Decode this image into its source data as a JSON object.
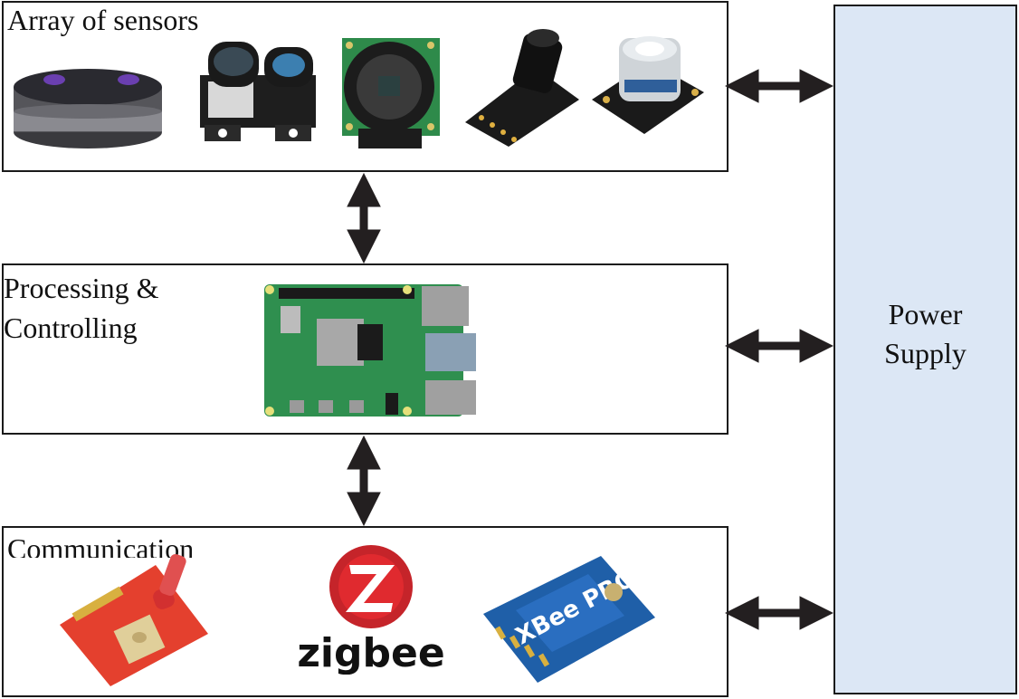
{
  "diagram": {
    "sensors": {
      "title": "Array of sensors"
    },
    "processing": {
      "title_line1": "Processing &",
      "title_line2": "Controlling"
    },
    "communication": {
      "title": "Communication",
      "zigbee_logo_text": "zigbee",
      "xbee_logo_text": "XBee PRO"
    },
    "power": {
      "line1": "Power",
      "line2": "Supply",
      "fill_color": "#dce7f5"
    },
    "arrow_color": "#231f20"
  }
}
